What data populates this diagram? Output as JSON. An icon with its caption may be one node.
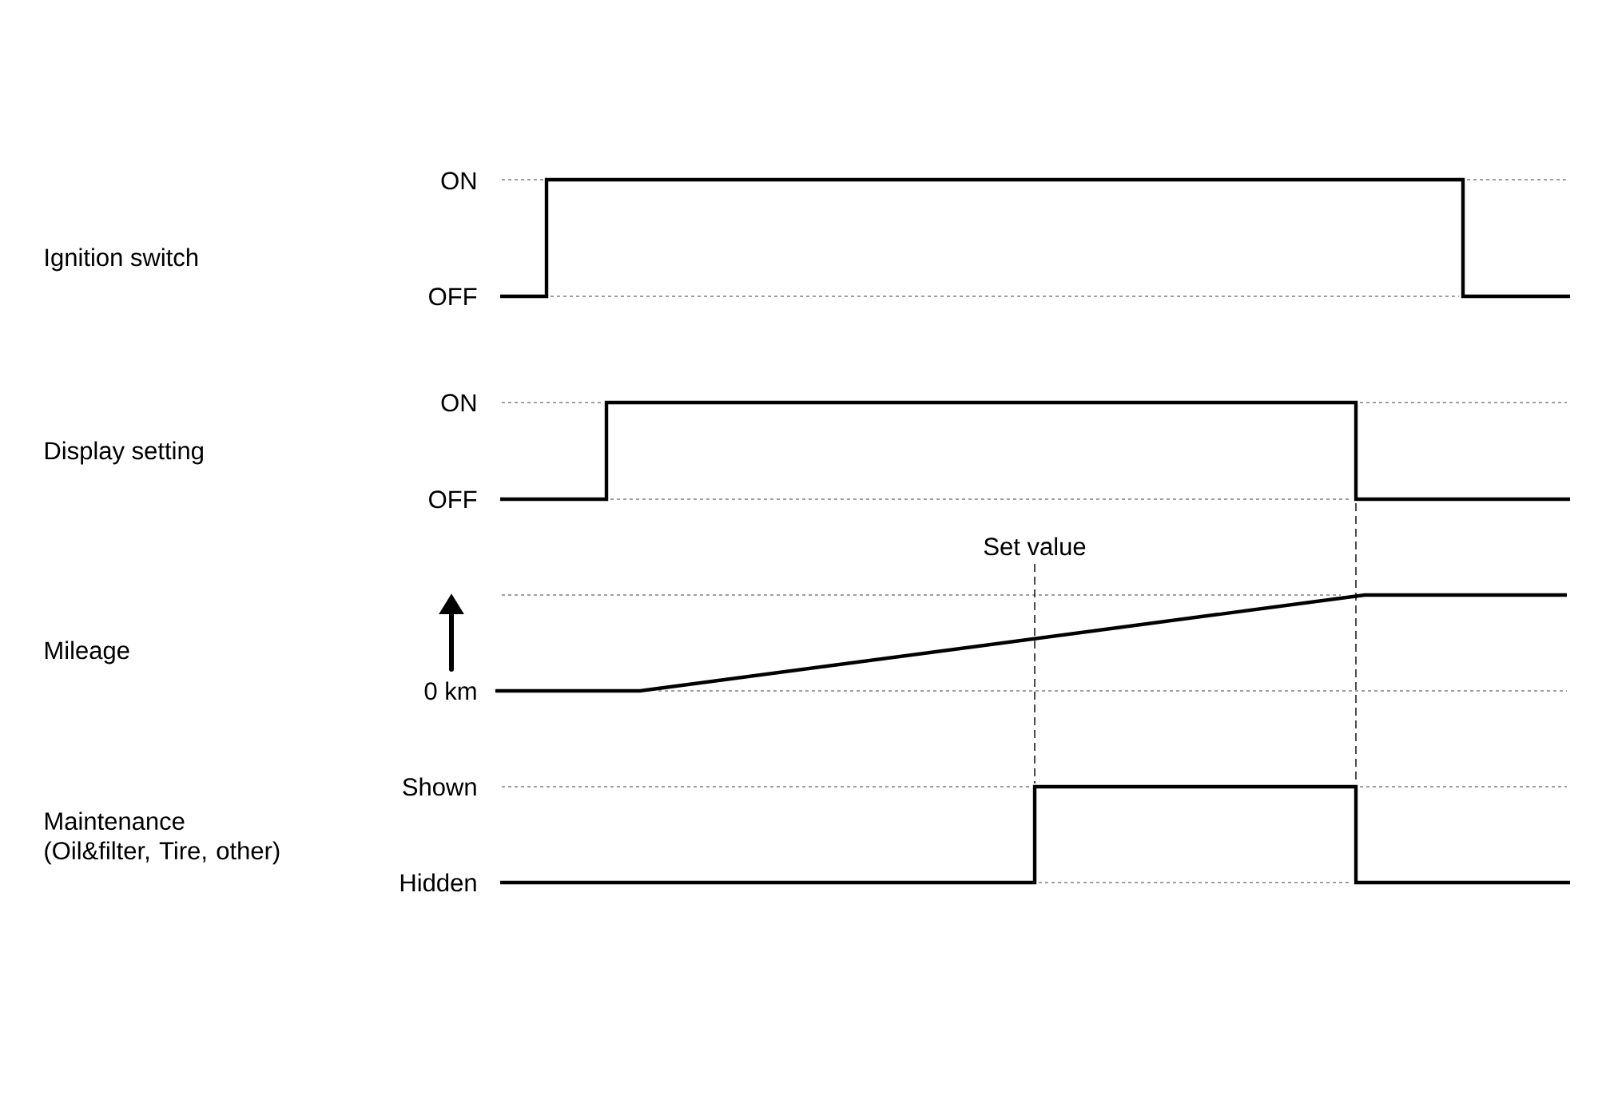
{
  "diagram": {
    "labels": [
      "ON",
      "Ignition switch",
      "OFF",
      "ON",
      "Display setting",
      "OFF",
      "Set value",
      "Mileage",
      "0 km",
      "Shown",
      "Maintenance (Oil&filter, Tire, other)",
      "Hidden"
    ]
  }
}
